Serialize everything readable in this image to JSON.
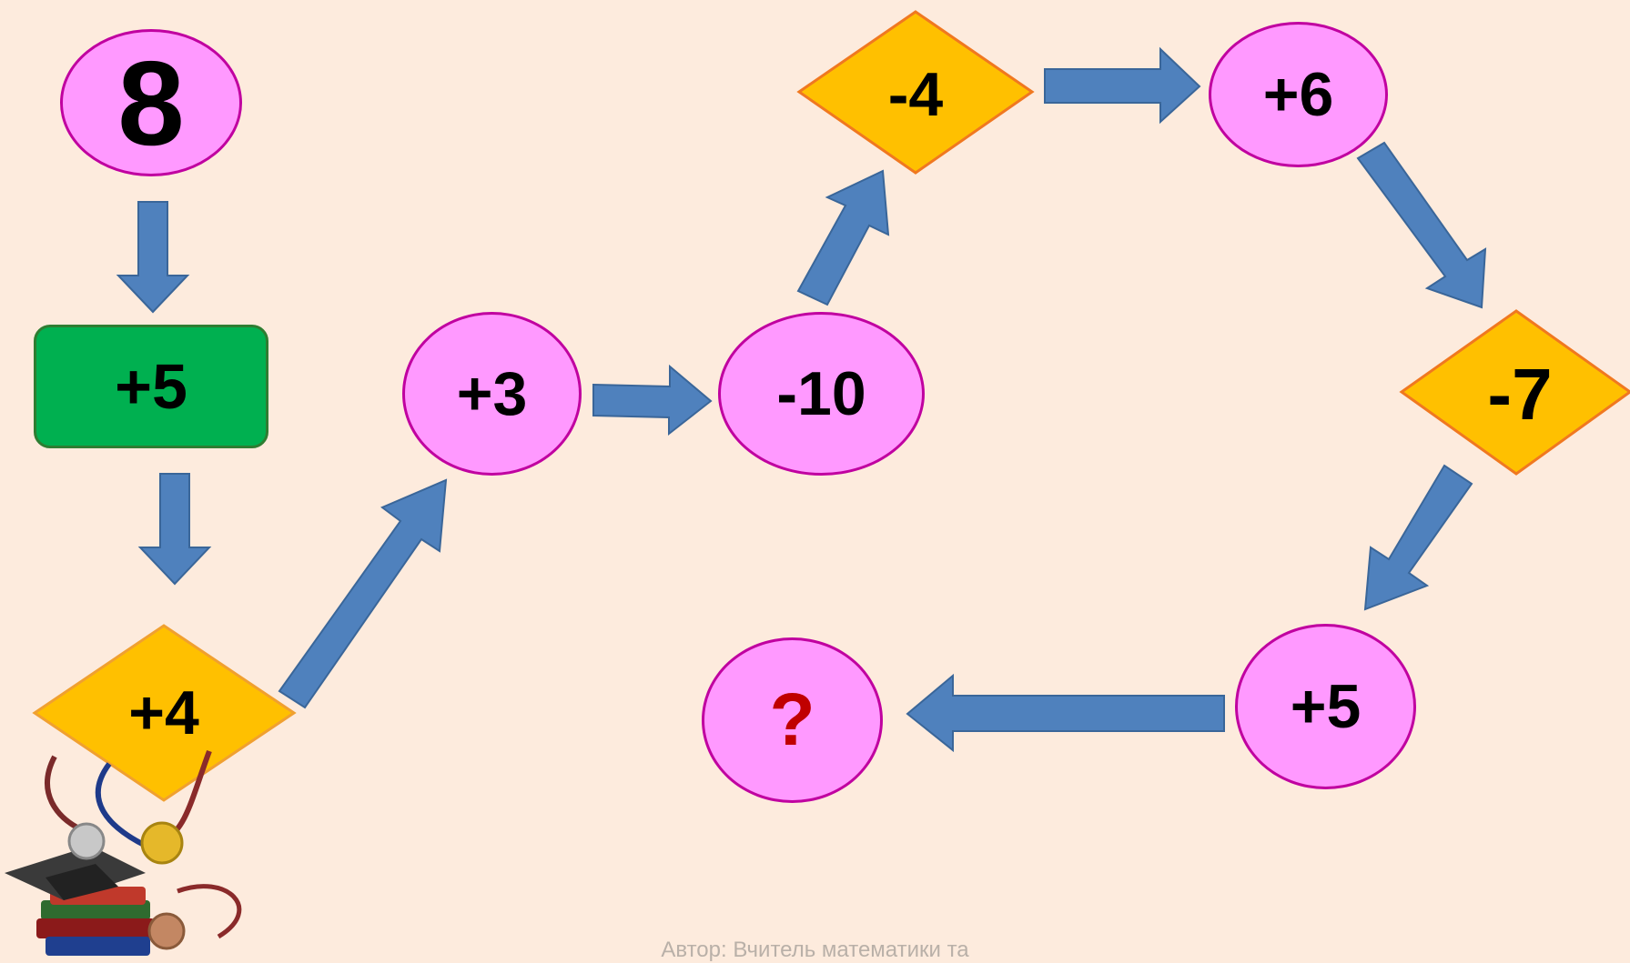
{
  "start": "8",
  "steps": {
    "s1": "+5",
    "s2": "+4",
    "s3": "+3",
    "s4": "-10",
    "s5": "-4",
    "s6": "+6",
    "s7": "-7",
    "s8": "+5",
    "result": "?"
  },
  "footer": "Автор: Вчитель математики та",
  "colors": {
    "circle_fill": "#ff99ff",
    "diamond_fill": "#ffc000",
    "rect_fill": "#00b050",
    "arrow_fill": "#4f81bd",
    "question_color": "#c00000"
  }
}
